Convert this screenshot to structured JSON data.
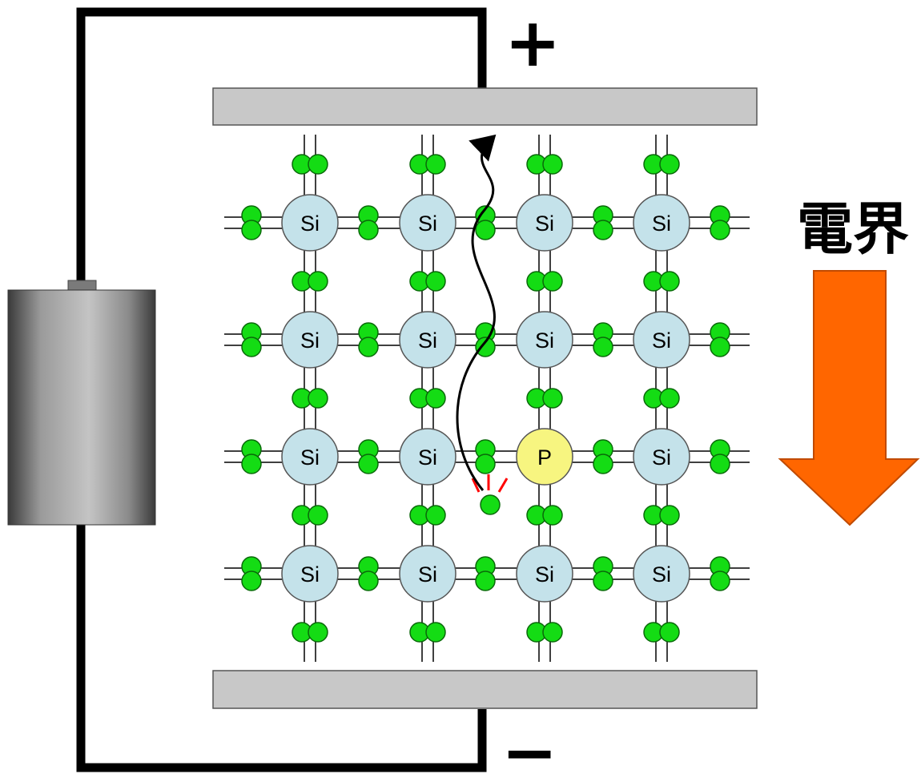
{
  "labels": {
    "plus": "+",
    "minus": "−",
    "field": "電界"
  },
  "lattice": {
    "rows": [
      [
        "Si",
        "Si",
        "Si",
        "Si"
      ],
      [
        "Si",
        "Si",
        "Si",
        "Si"
      ],
      [
        "Si",
        "Si",
        "P",
        "Si"
      ],
      [
        "Si",
        "Si",
        "Si",
        "Si"
      ]
    ]
  },
  "colors": {
    "si_atom": "#c4e2ea",
    "p_atom": "#f7f580",
    "electron": "#14dc14",
    "plate": "#c8c8c8",
    "arrow": "#ff6600",
    "battery_dark": "#3c3c3c",
    "battery_light": "#b8b8b8",
    "escape_marks": "#ff0000"
  }
}
